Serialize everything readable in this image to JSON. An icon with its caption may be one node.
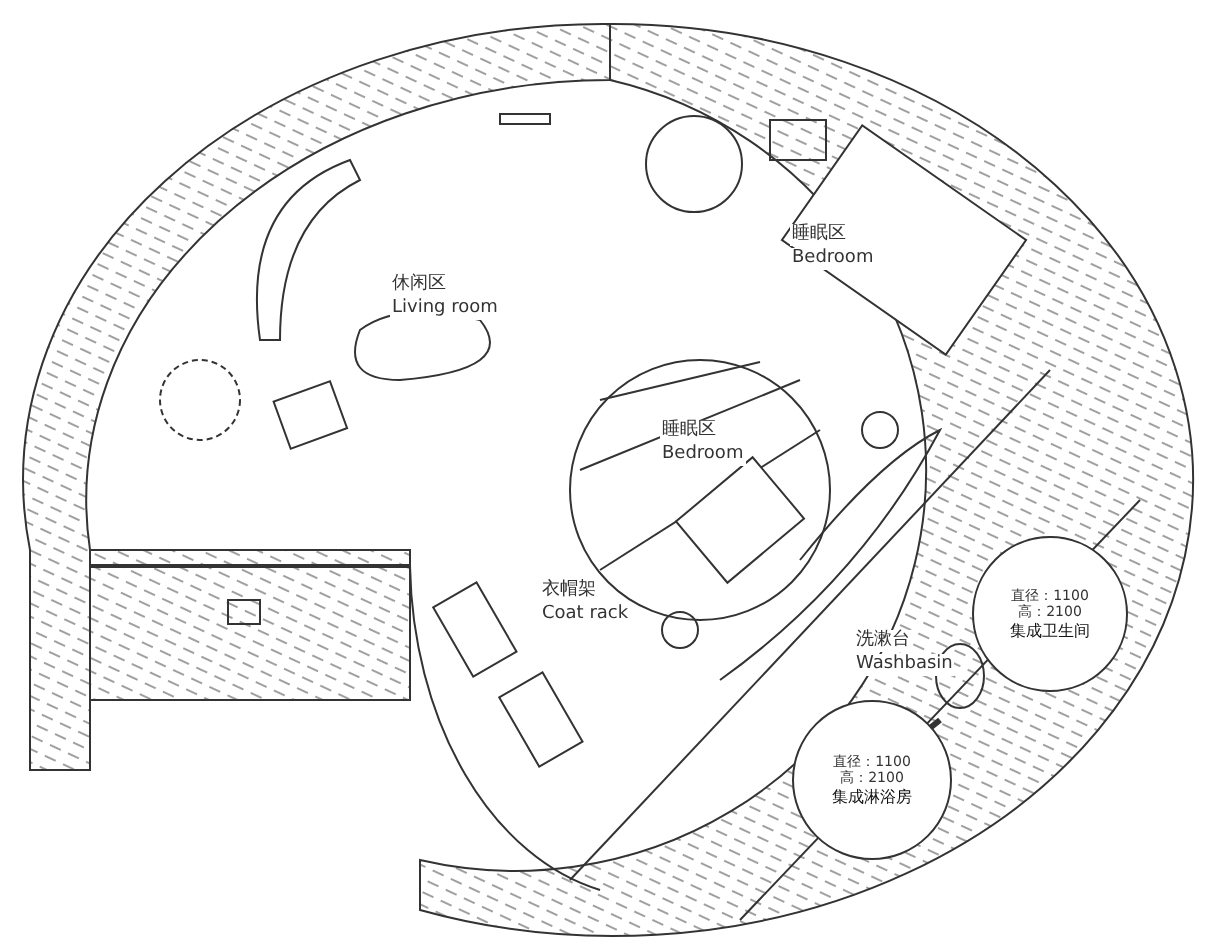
{
  "diagram": {
    "nodes": [
      {
        "text": [
          "直径：1100",
          "高：2100",
          "集成卫生间"
        ]
      },
      {
        "text": [
          "直径：1100",
          "高：2100",
          "集成淋浴房"
        ]
      }
    ],
    "labels": [
      "休闲区",
      "Living room",
      "睡眠区",
      "Bedroom",
      "睡眠区",
      "Bedroom",
      "衣帽架",
      "Coat rack",
      "洗漱台",
      "Washbasin"
    ]
  }
}
